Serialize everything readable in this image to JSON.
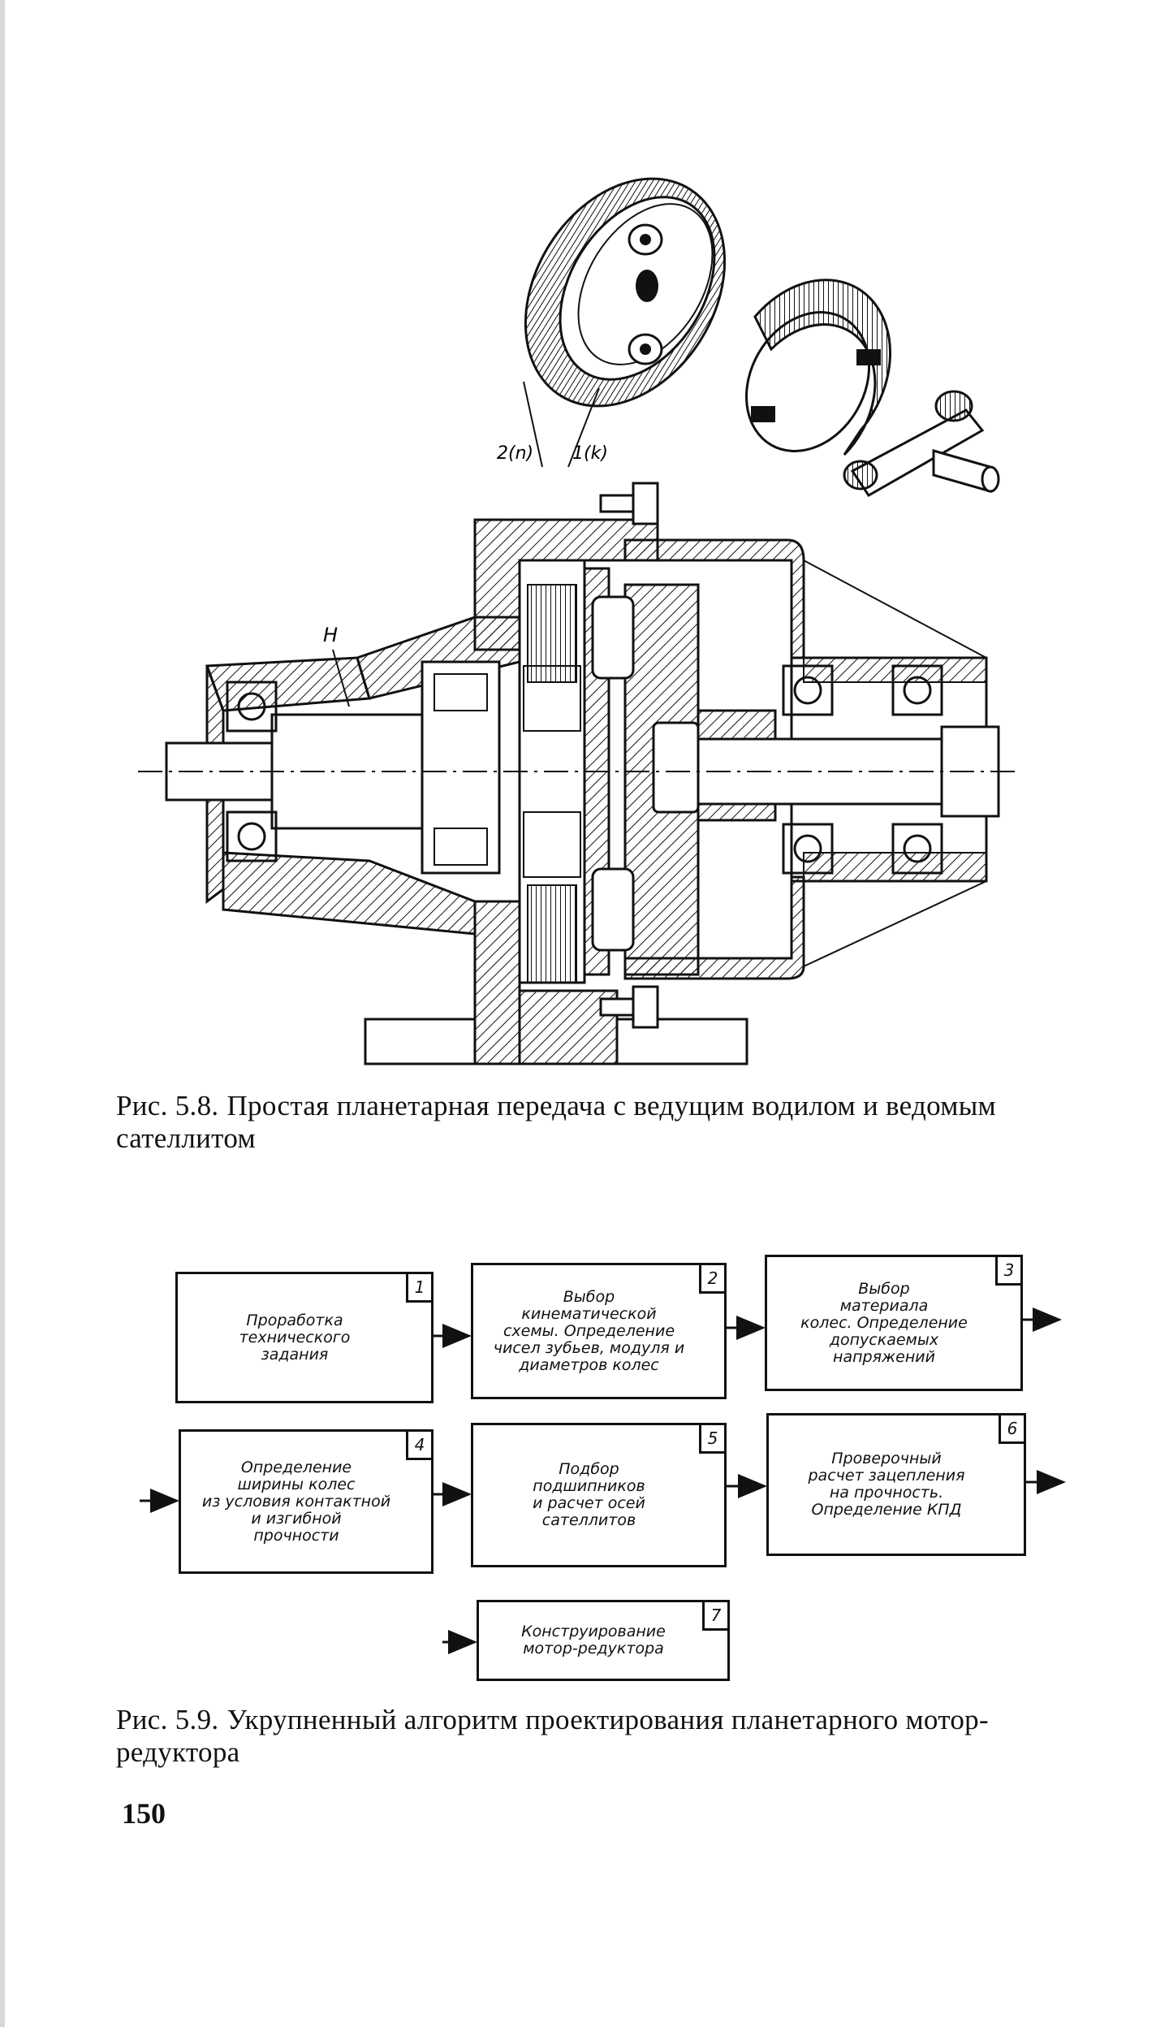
{
  "figure_58": {
    "labels": {
      "planet": "2(n)",
      "ring": "1(k)",
      "carrier": "H"
    },
    "caption": {
      "number": "Рис. 5.8.",
      "text": "Простая планетарная передача с ведущим водилом и ведомым сателлитом"
    }
  },
  "flowchart": {
    "blocks": [
      {
        "num": "1",
        "text": "Проработка\nтехнического\nзадания"
      },
      {
        "num": "2",
        "text": "Выбор\nкинематической\nсхемы. Определение\nчисел зубьев, модуля и\nдиаметров колес"
      },
      {
        "num": "3",
        "text": "Выбор\nматериала\nколес. Определение\nдопускаемых\nнапряжений"
      },
      {
        "num": "4",
        "text": "Определение\nширины колес\nиз условия контактной\nи изгибной\nпрочности"
      },
      {
        "num": "5",
        "text": "Подбор\nподшипников\nи расчет осей\nсателлитов"
      },
      {
        "num": "6",
        "text": "Проверочный\nрасчет зацепления\nна прочность.\nОпределение КПД"
      },
      {
        "num": "7",
        "text": "Конструирование\nмотор-редуктора"
      }
    ]
  },
  "figure_59": {
    "caption": {
      "number": "Рис. 5.9.",
      "text": "Укрупненный алгоритм проектирования планетарного мотор-редуктора"
    }
  },
  "page_number": "150"
}
